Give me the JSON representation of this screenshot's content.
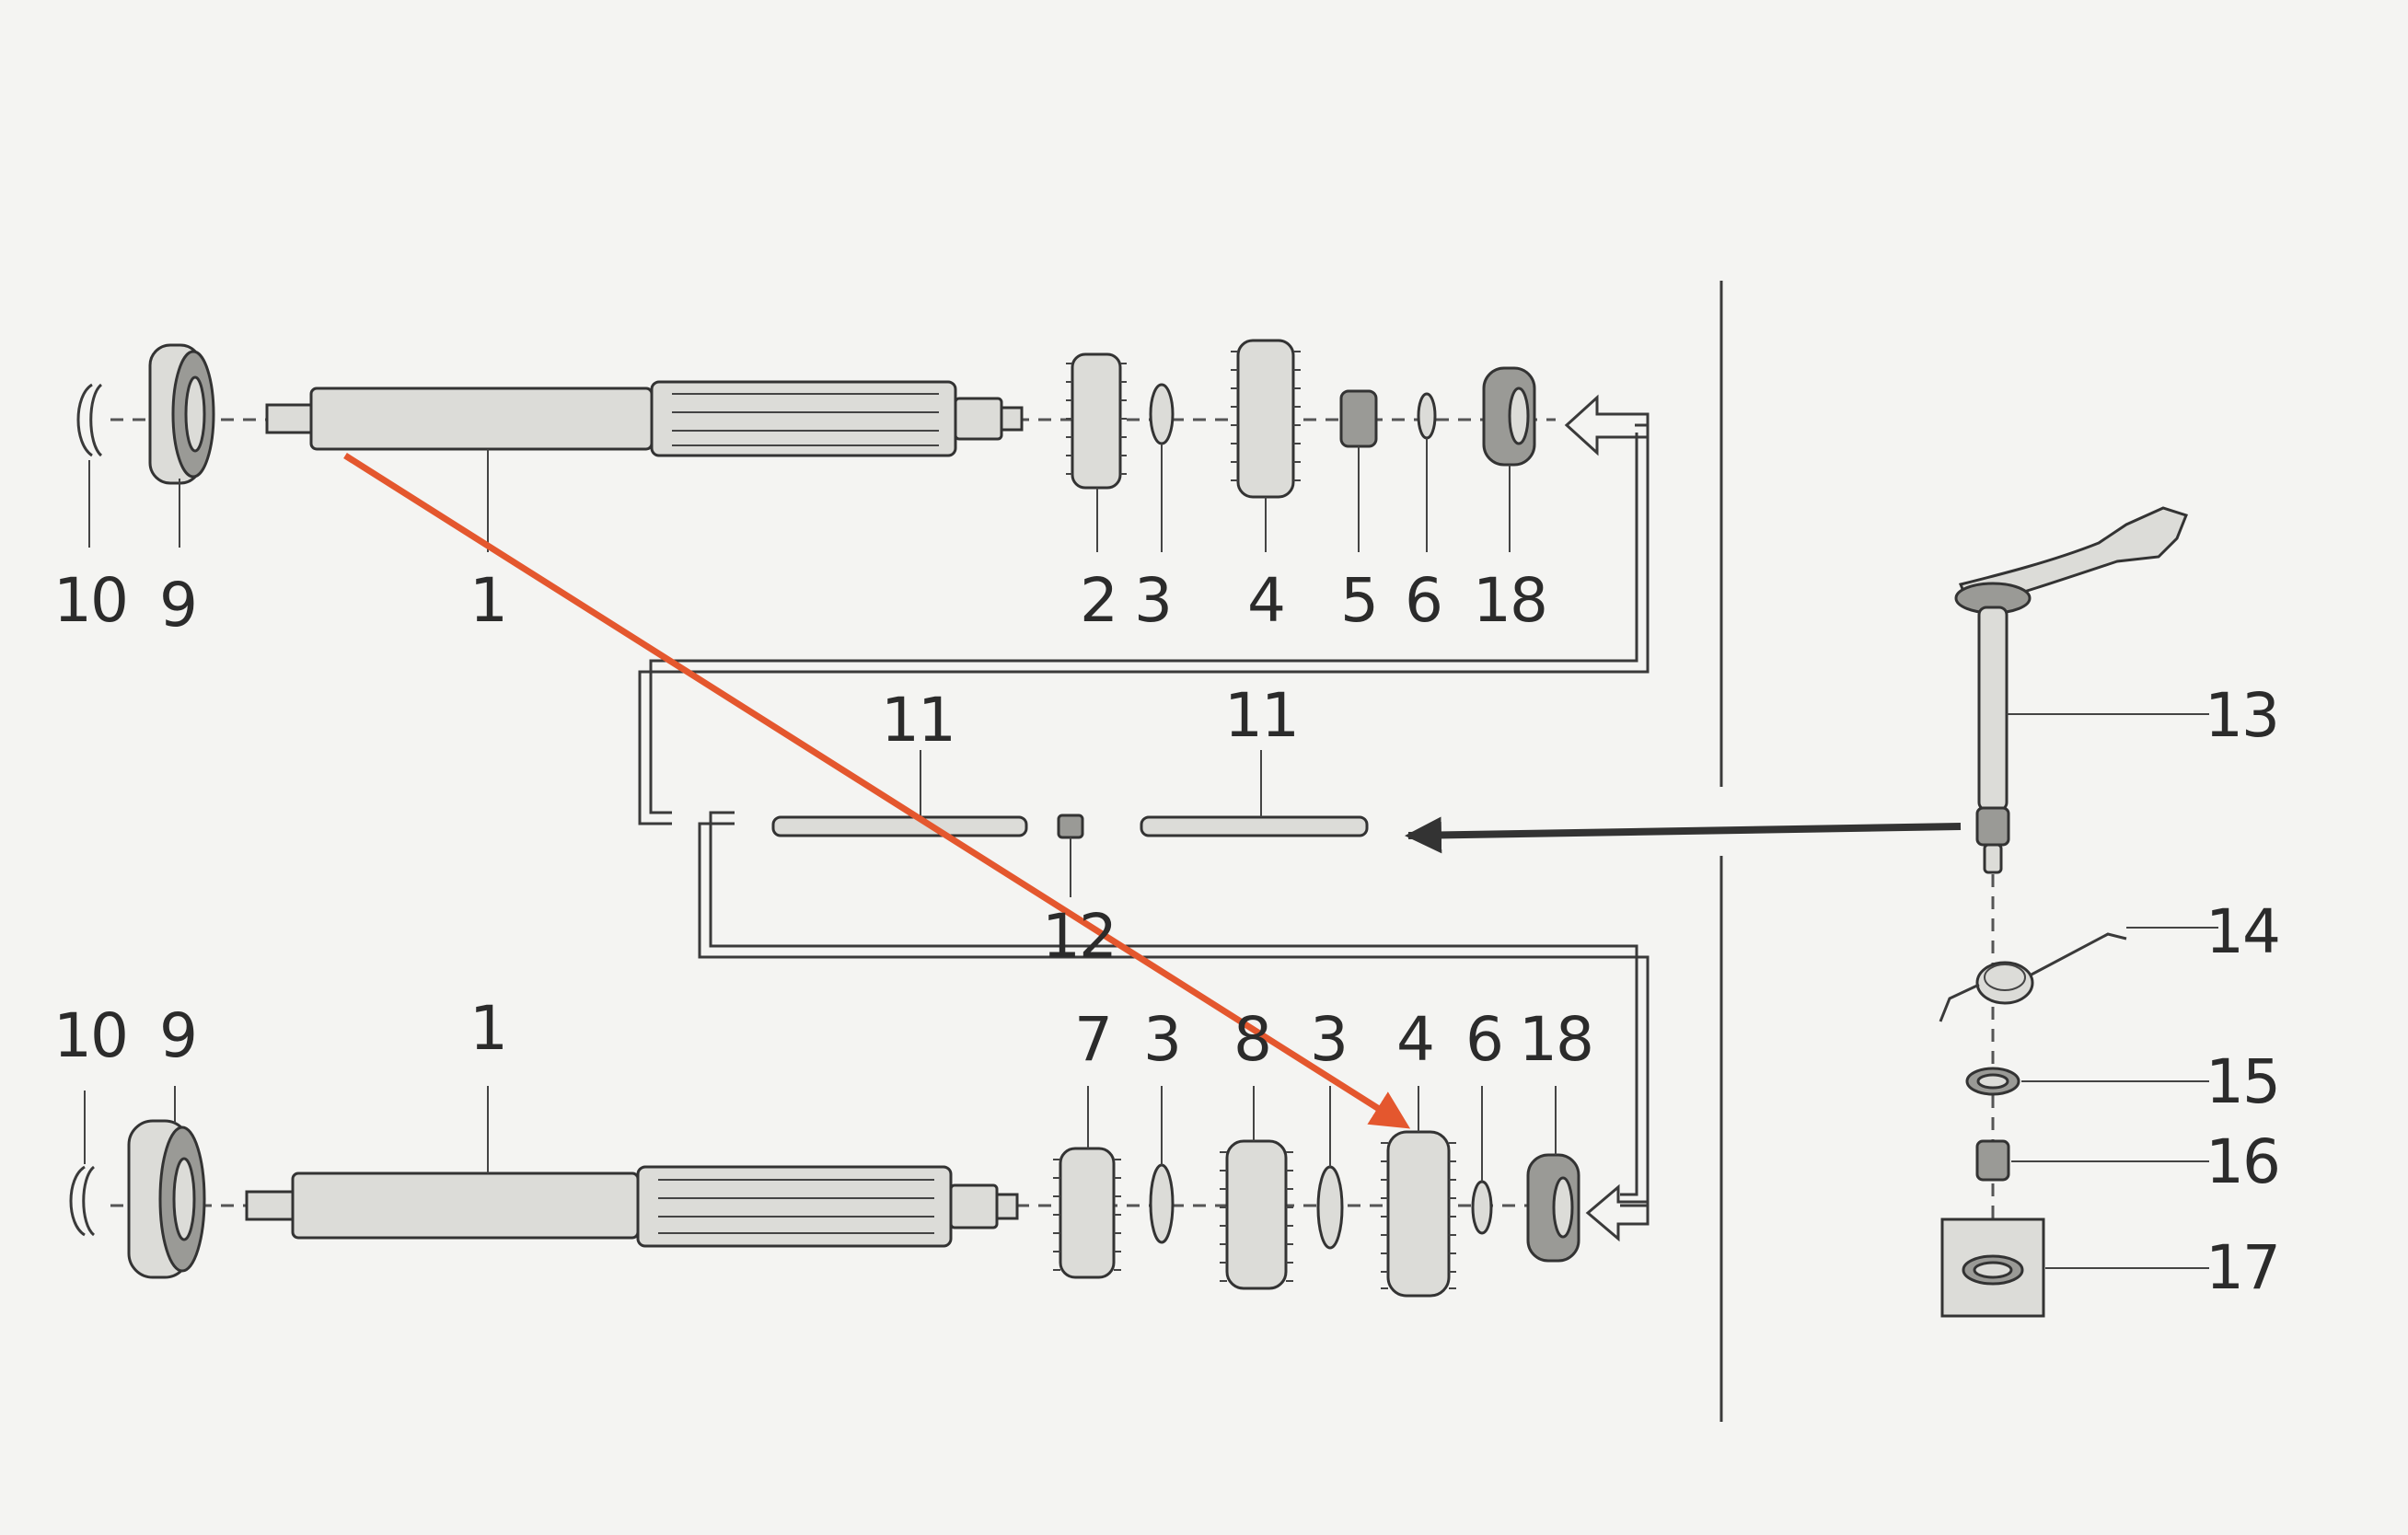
{
  "colors": {
    "background": "#f4f4f2",
    "ink": "#2b2b2b",
    "annotation_arrow": "#e4572e"
  },
  "labels": {
    "top_10": "10",
    "top_9": "9",
    "top_1": "1",
    "top_2": "2",
    "top_3": "3",
    "top_4": "4",
    "top_5": "5",
    "top_6": "6",
    "top_18": "18",
    "mid_11a": "11",
    "mid_11b": "11",
    "mid_12": "12",
    "bot_10": "10",
    "bot_9": "9",
    "bot_1": "1",
    "bot_7": "7",
    "bot_3a": "3",
    "bot_8": "8",
    "bot_3b": "3",
    "bot_4": "4",
    "bot_6": "6",
    "bot_18": "18",
    "r_13": "13",
    "r_14": "14",
    "r_15": "15",
    "r_16": "16",
    "r_17": "17"
  }
}
